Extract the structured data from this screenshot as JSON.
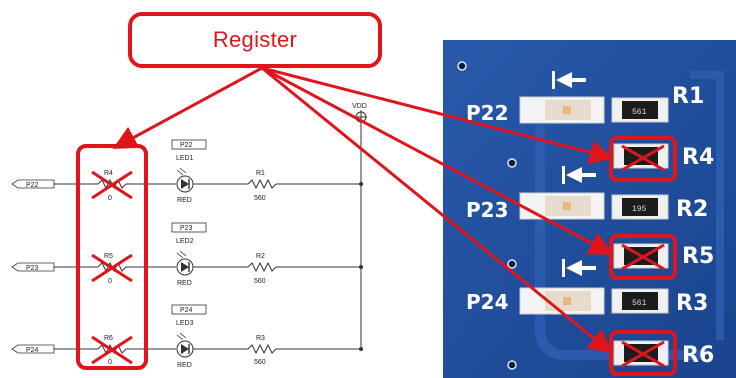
{
  "callout": {
    "label": "Register"
  },
  "colors": {
    "accent": "#e0151b",
    "board": "#1f4e9e",
    "wire": "#333333"
  },
  "schematic": {
    "vdd_label": "VDD",
    "rows": [
      {
        "port": "P22",
        "resistor": "R4",
        "resistor_value": "0",
        "net_tag": "P22",
        "led": "LED1",
        "led_color": "RED",
        "series": "R1",
        "series_value": "560"
      },
      {
        "port": "P23",
        "resistor": "R5",
        "resistor_value": "0",
        "net_tag": "P23",
        "led": "LED2",
        "led_color": "RED",
        "series": "R2",
        "series_value": "560"
      },
      {
        "port": "P24",
        "resistor": "R6",
        "resistor_value": "0",
        "net_tag": "P24",
        "led": "LED3",
        "led_color": "RED",
        "series": "R3",
        "series_value": "560"
      }
    ]
  },
  "board": {
    "ports": [
      "P22",
      "P23",
      "P24"
    ],
    "kept_resistors": [
      {
        "ref": "R1",
        "marking": "561"
      },
      {
        "ref": "R2",
        "marking": "195"
      },
      {
        "ref": "R3",
        "marking": "561"
      }
    ],
    "removed_resistors": [
      "R4",
      "R5",
      "R6"
    ]
  }
}
